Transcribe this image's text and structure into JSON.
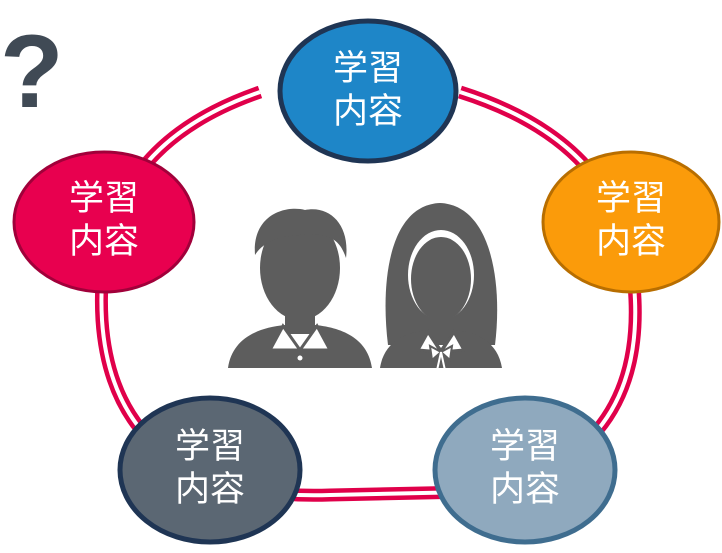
{
  "question_mark": "?",
  "colors": {
    "ring": "#e0004a",
    "person": "#5d5d5d",
    "top": "#1e86c8",
    "right": "#fb9b0a",
    "left": "#e8004f",
    "bottom_left": "#5b6773",
    "bottom_right": "#8fa9be",
    "border": "#1f3554"
  },
  "nodes": [
    {
      "id": "top",
      "line1": "学習",
      "line2": "内容"
    },
    {
      "id": "left",
      "line1": "学習",
      "line2": "内容"
    },
    {
      "id": "right",
      "line1": "学習",
      "line2": "内容"
    },
    {
      "id": "bottom-left",
      "line1": "学習",
      "line2": "内容"
    },
    {
      "id": "bottom-right",
      "line1": "学習",
      "line2": "内容"
    }
  ],
  "icons": [
    "man-avatar-icon",
    "woman-avatar-icon"
  ]
}
